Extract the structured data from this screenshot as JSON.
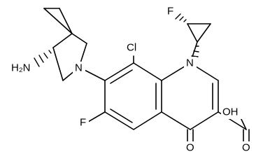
{
  "molecule": {
    "atom_labels": {
      "amino": "H₂N",
      "pyrrolidine_n": "N",
      "quinolone_n": "N",
      "chloro": "Cl",
      "ring_fluoro": "F",
      "cyclopropyl_fluoro": "F",
      "ketone_o": "O",
      "acid_oh": "OH",
      "acid_o": "O"
    }
  }
}
